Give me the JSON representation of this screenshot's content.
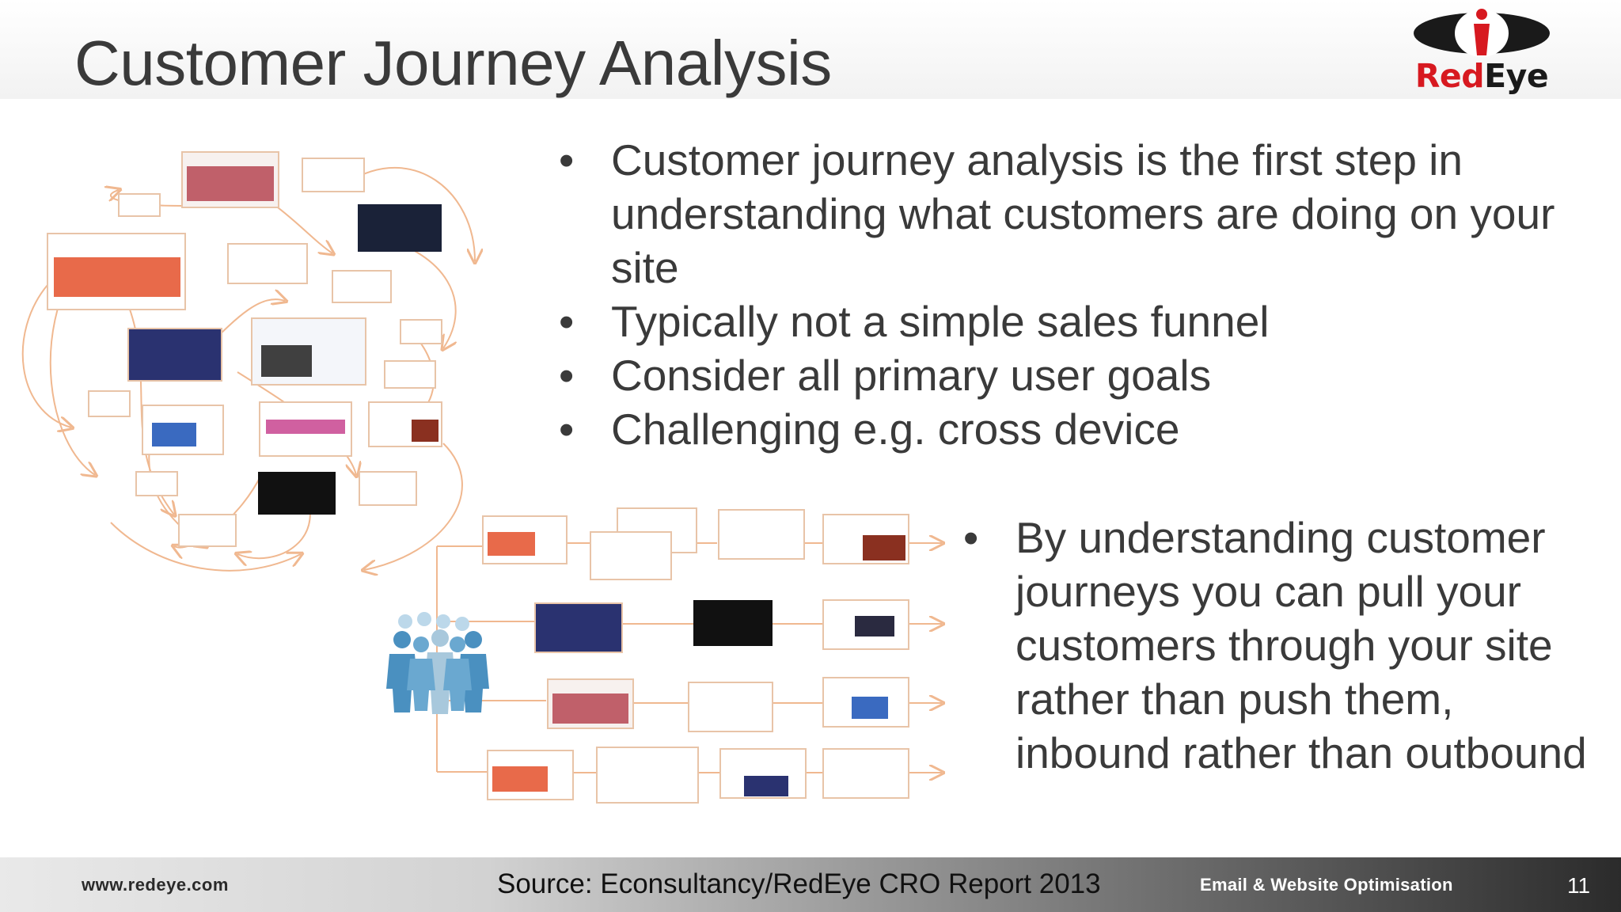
{
  "slide": {
    "title": "Customer Journey Analysis",
    "logo": {
      "brand_part1": "Red",
      "brand_part2": "Eye",
      "icon": "redeye-eye-logo",
      "accent_color": "#d71920"
    },
    "bullets_top": [
      "Customer journey analysis is the first step in understanding what customers are doing on your site",
      "Typically not a simple sales funnel",
      "Consider all primary user goals",
      "Challenging e.g. cross device"
    ],
    "bullets_bottom": [
      "By understanding customer journeys you can pull your customers through your site rather than push them, inbound rather than outbound"
    ],
    "graphics": {
      "left": "tangled-journey-web-page-thumbnails",
      "bottom": "parallel-journey-paths-with-people-icon",
      "arrow_color": "#f0b890",
      "people_color": "#4a90c0"
    },
    "footer": {
      "url": "www.redeye.com",
      "source": "Source: Econsultancy/RedEye CRO Report 2013",
      "tagline": "Email & Website Optimisation",
      "page_number": "11"
    }
  }
}
